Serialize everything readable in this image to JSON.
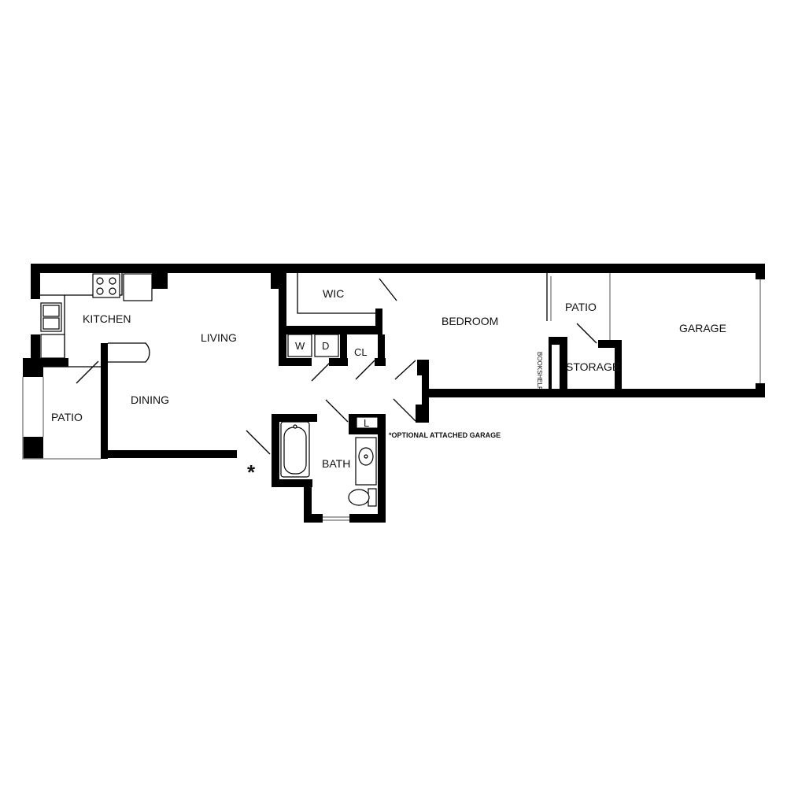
{
  "rooms": {
    "kitchen": "KITCHEN",
    "living": "LIVING",
    "dining": "DINING",
    "patio_left": "PATIO",
    "wic": "WIC",
    "washer": "W",
    "dryer": "D",
    "closet": "CL",
    "bedroom": "BEDROOM",
    "bath": "BATH",
    "linen": "L",
    "patio_right": "PATIO",
    "garage": "GARAGE",
    "storage": "STORAGE",
    "bookshelf": "BOOKSHELF"
  },
  "notes": {
    "marker": "*",
    "optional_garage": "*OPTIONAL ATTACHED GARAGE"
  },
  "colors": {
    "wall": "#000000",
    "background": "#ffffff"
  }
}
